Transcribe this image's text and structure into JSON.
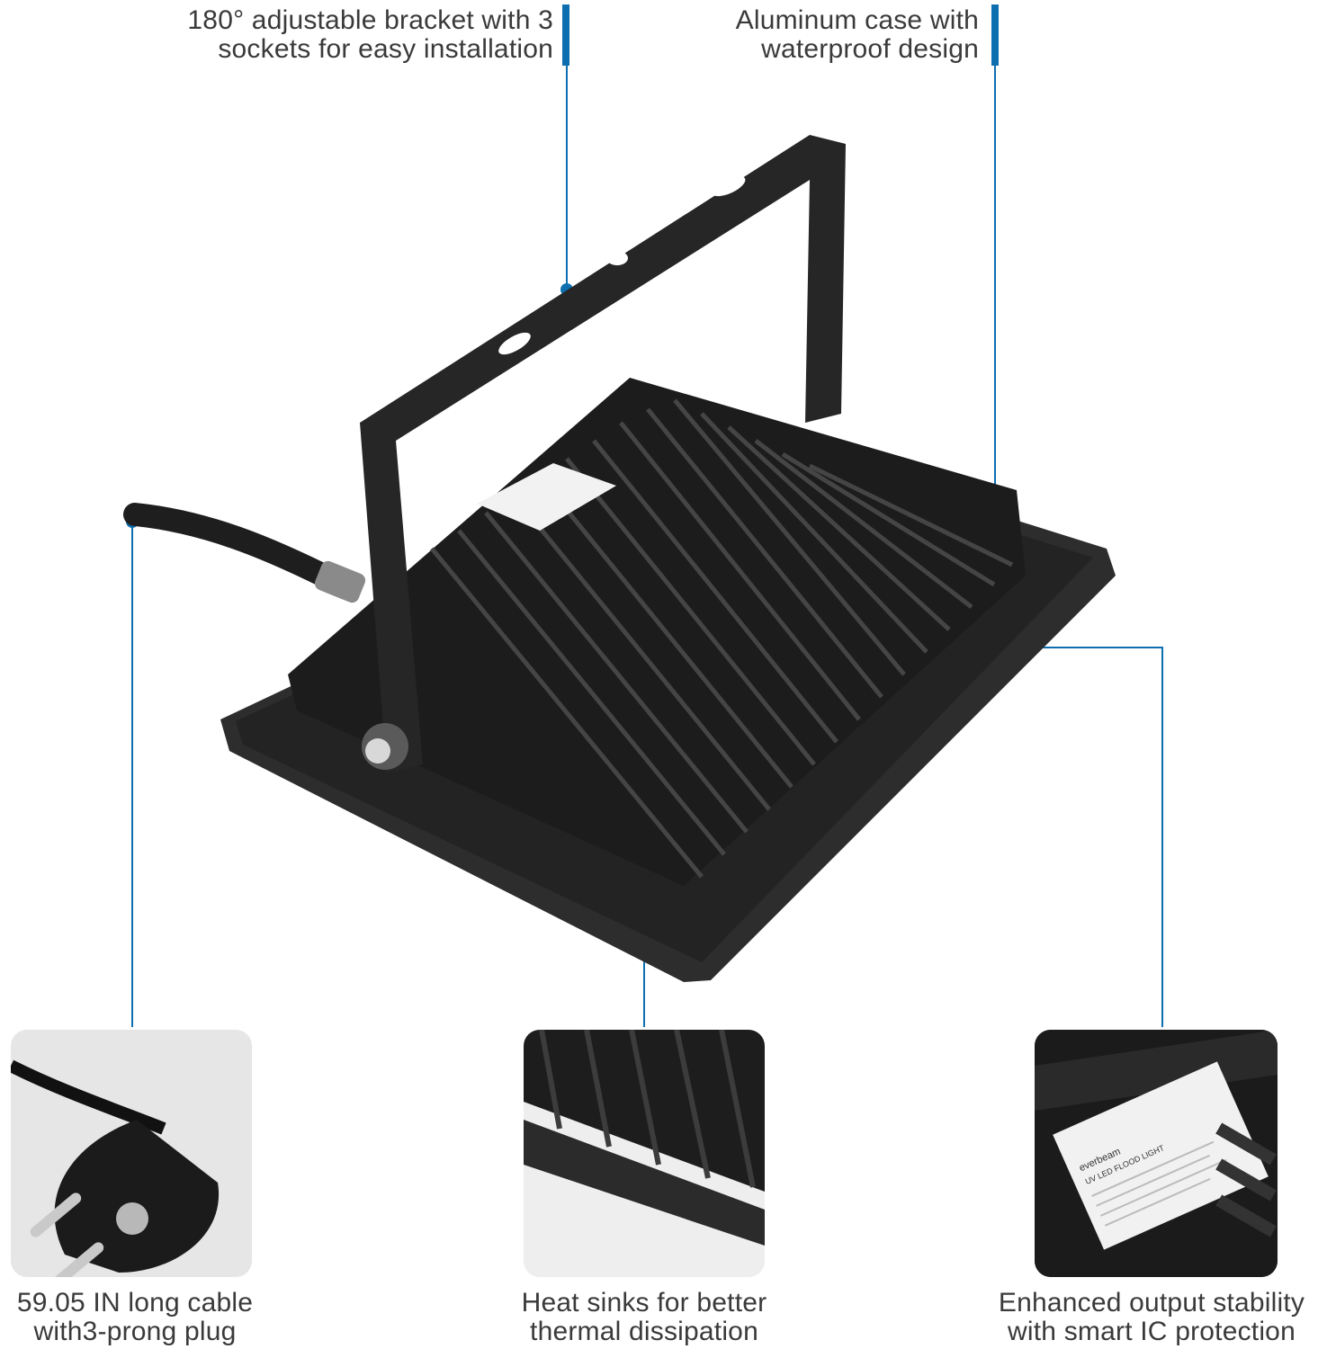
{
  "callouts": {
    "bracket": {
      "line1": "180° adjustable bracket with 3",
      "line2": "sockets for easy installation"
    },
    "case": {
      "line1": "Aluminum case with",
      "line2": "waterproof design"
    },
    "cable": {
      "line1": "59.05 IN long cable",
      "line2": "with3-prong plug"
    },
    "heatsink": {
      "line1": "Heat sinks for better",
      "line2": "thermal dissipation"
    },
    "ic": {
      "line1": "Enhanced output stability",
      "line2": "with smart IC protection"
    }
  },
  "label_sticker": {
    "brand": "everbeam",
    "product": "UV LED FLOOD LIGHT"
  },
  "colors": {
    "accent": "#0d6fb0",
    "product": "#2a2a2a",
    "panel_bg": "#e9e9e9"
  }
}
